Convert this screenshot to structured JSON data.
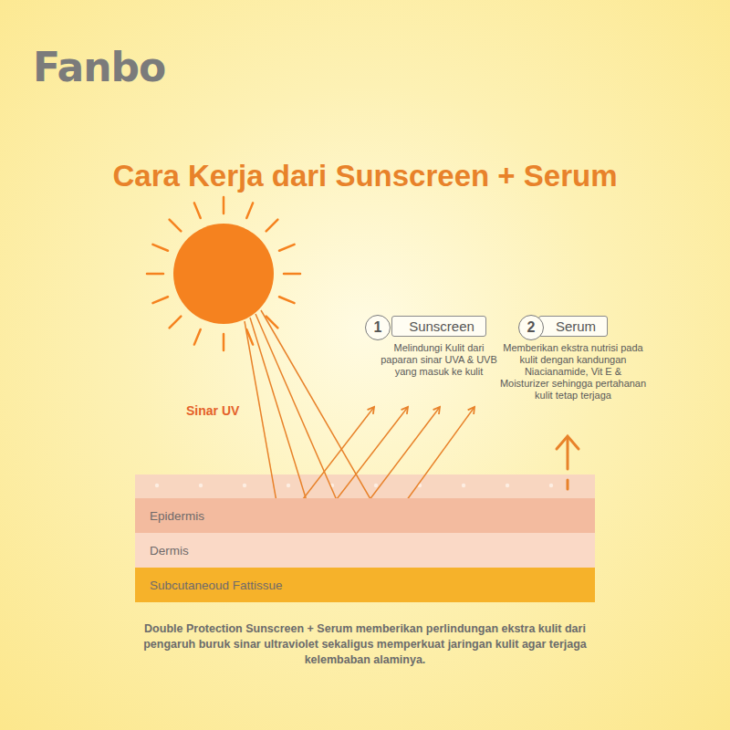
{
  "diagram": {
    "title": "Cara Kerja dari Sunscreen + Serum",
    "caption": "Double Protection Sunscreen + Serum memberikan perlindungan ekstra kulit dari pengaruh buruk sinar ultraviolet sekaligus memperkuat jaringan kulit agar terjaga kelembaban alaminya.",
    "nodes": [
      {
        "text": [
          "1"
        ]
      },
      {
        "text": [
          "Sunscreen",
          "Melindungi Kulit dari paparan sinar UVA & UVB yang masuk ke kulit"
        ]
      },
      {
        "text": [
          "2"
        ]
      },
      {
        "text": [
          "Serum",
          "Memberikan ekstra nutrisi pada kulit dengan kandungan Niacianamide, Vit E & Moisturizer sehingga pertahanan kulit tetap terjaga"
        ]
      },
      {
        "text": [
          "Epidermis"
        ]
      },
      {
        "text": [
          "Dermis"
        ]
      },
      {
        "text": [
          "Subcutaneoud Fattissue"
        ]
      }
    ],
    "labels": [
      "Fanbo",
      "Sinar UV"
    ]
  }
}
